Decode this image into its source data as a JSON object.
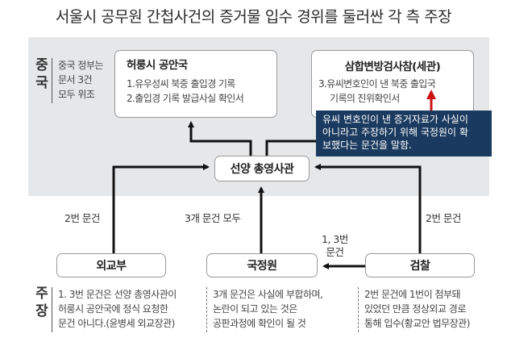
{
  "title": "서울시 공무원 간첩사건의 증거물 입수 경위를 둘러싼 각 측 주장",
  "china_section": {
    "side_label": [
      "중",
      "국"
    ],
    "statement": [
      "중국 정부는",
      "문서 3건",
      "모두 위조"
    ],
    "boxes": [
      {
        "heading": "허룽시 공안국",
        "lines": [
          "1.유우성씨 북중 출입경 기록",
          "2.출입경 기록 발급사실 확인서"
        ]
      },
      {
        "heading": "삼합변방검사참(세관)",
        "lines": [
          "3.유씨변호인이 낸 북중 출입국",
          "기록의 진위확인서"
        ]
      }
    ],
    "hub": "선양 총영사관"
  },
  "annotation": {
    "lines": [
      "유씨 변호인이 낸 증거자료가 사실이",
      "아니라고 주장하기 위해 국정원이 확",
      "보했다는 문건을 말함."
    ],
    "arrow_color": "#cc1111",
    "background": "#1b3a5f"
  },
  "edges": {
    "left": "2번 문건",
    "middle": "3개 문건 모두",
    "right": "2번 문건",
    "prosecution_to_nis": [
      "1, 3번",
      "문건"
    ]
  },
  "claims_section": {
    "side_label": [
      "주",
      "장"
    ],
    "parties": [
      {
        "name": "외교부",
        "claim": [
          "1. 3번 문건은 선양 총영사관이",
          "허룽시 공안국에 정식 요청한",
          "문건 아니다.(윤병세 외교장관)"
        ]
      },
      {
        "name": "국정원",
        "claim": [
          "3개 문건은 사실에 부합하며,",
          "논란이 되고 있는 것은",
          "공판과정에 확인이 될 것"
        ]
      },
      {
        "name": "검찰",
        "claim": [
          "2번 문건에 1번이 첨부돼",
          "있었던 만큼 정상외교 경로",
          "통해 입수(황교안 법무장관)"
        ]
      }
    ]
  },
  "colors": {
    "band": "#e6e7e8",
    "line": "#111111"
  }
}
